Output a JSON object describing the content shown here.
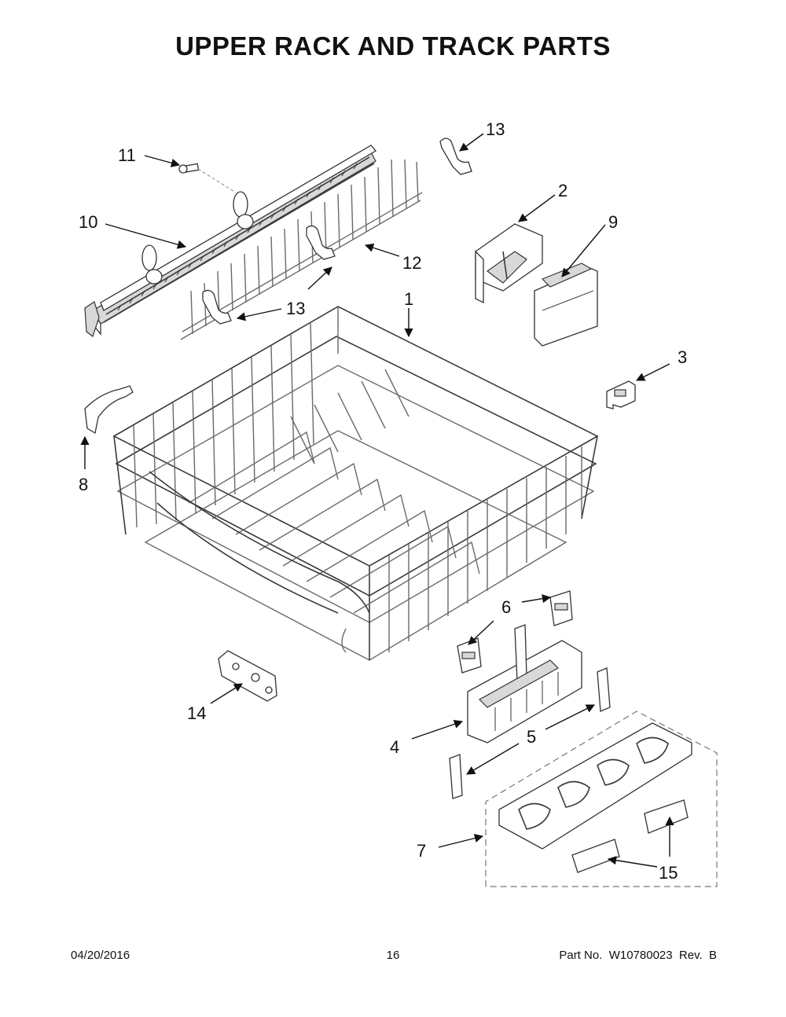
{
  "title": "UPPER RACK AND TRACK PARTS",
  "footer": {
    "date": "04/20/2016",
    "page": "16",
    "part_no": "Part No.  W10780023  Rev.  B"
  },
  "callouts": {
    "c1": "1",
    "c2": "2",
    "c3": "3",
    "c4": "4",
    "c5": "5",
    "c6": "6",
    "c7": "7",
    "c8": "8",
    "c9": "9",
    "c10": "10",
    "c11": "11",
    "c12": "12",
    "c13a": "13",
    "c13b": "13",
    "c14": "14",
    "c15": "15"
  }
}
